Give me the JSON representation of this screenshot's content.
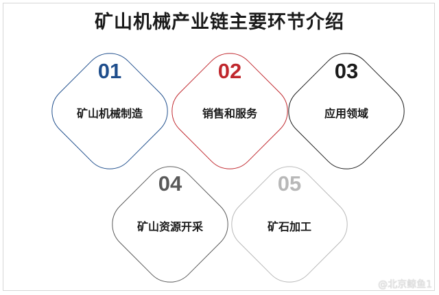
{
  "title": "矿山机械产业链主要环节介绍",
  "nodes": [
    {
      "number": "01",
      "label": "矿山机械制造",
      "color": "#1f4e8c"
    },
    {
      "number": "02",
      "label": "销售和服务",
      "color": "#c0272d"
    },
    {
      "number": "03",
      "label": "应用领域",
      "color": "#1a1a1a"
    },
    {
      "number": "04",
      "label": "矿山资源开采",
      "color": "#595959"
    },
    {
      "number": "05",
      "label": "矿石加工",
      "color": "#b8b8b8"
    }
  ],
  "watermark": "@北京鲸鱼1"
}
